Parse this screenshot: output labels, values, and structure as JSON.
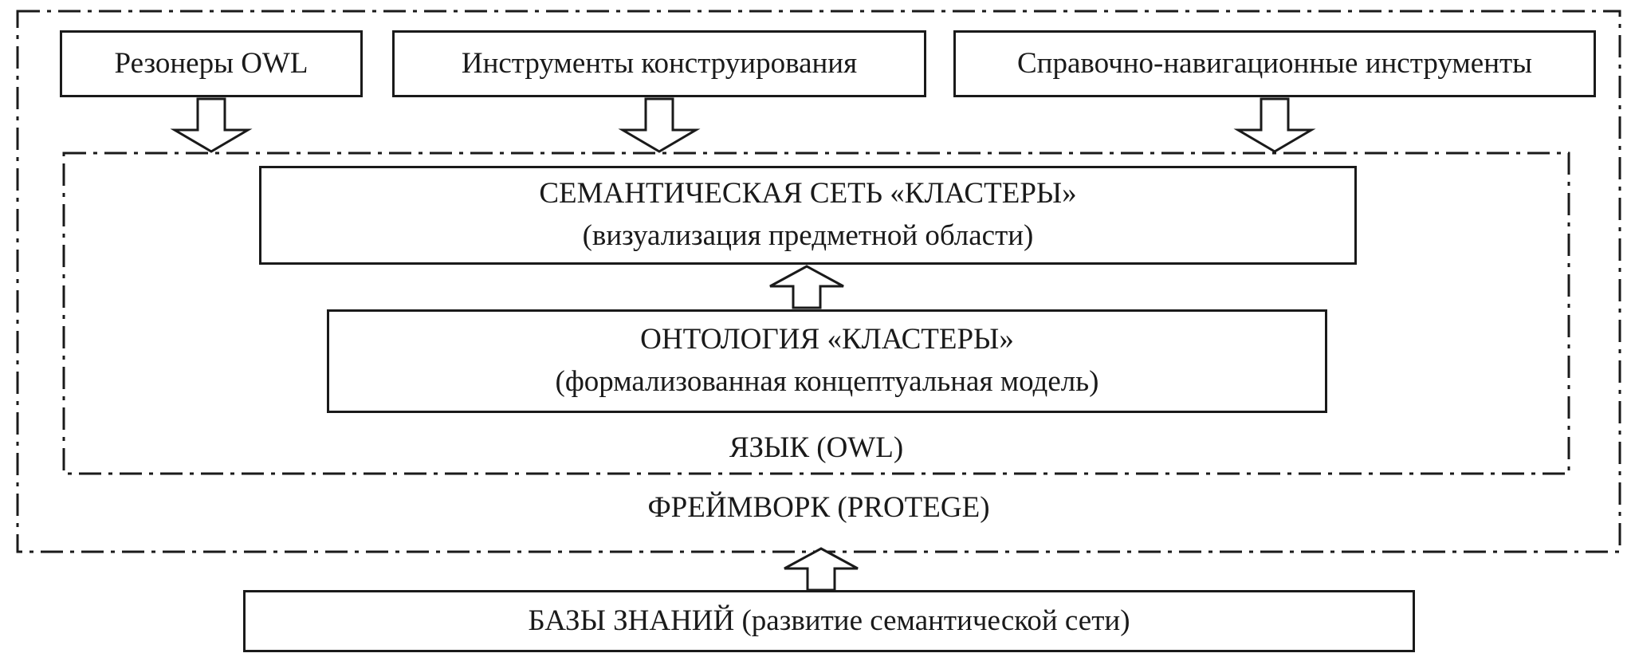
{
  "diagram": {
    "top_boxes": [
      {
        "label": "Резонеры OWL"
      },
      {
        "label": "Инструменты конструирования"
      },
      {
        "label": "Справочно-навигационные инструменты"
      }
    ],
    "semantic_net_box": {
      "title": "СЕМАНТИЧЕСКАЯ СЕТЬ «КЛАСТЕРЫ»",
      "subtitle": "(визуализация предметной области)"
    },
    "ontology_box": {
      "title": "ОНТОЛОГИЯ «КЛАСТЕРЫ»",
      "subtitle": "(формализованная концептуальная модель)"
    },
    "language_label": "ЯЗЫК (OWL)",
    "framework_label": "ФРЕЙМВОРК (PROTEGE)",
    "knowledge_base_box": {
      "label": "БАЗЫ ЗНАНИЙ (развитие семантической сети)"
    },
    "colors": {
      "border": "#1a1a1a",
      "background": "#ffffff",
      "text": "#1a1a1a"
    }
  }
}
